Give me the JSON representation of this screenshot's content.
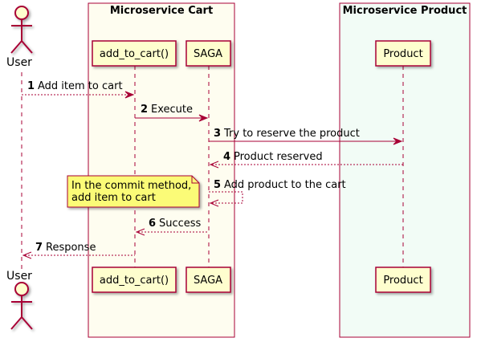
{
  "boxes": {
    "cart": {
      "title": "Microservice Cart",
      "fill": "#FEFDF0",
      "stroke": "#A80036"
    },
    "product": {
      "title": "Microservice Product",
      "fill": "#F2FCF6",
      "stroke": "#A80036"
    }
  },
  "actor": {
    "label": "User",
    "fill": "#FEFECE",
    "stroke": "#A80036"
  },
  "participants": {
    "add_to_cart": {
      "label": "add_to_cart()"
    },
    "saga": {
      "label": "SAGA"
    },
    "product": {
      "label": "Product"
    }
  },
  "participant_style": {
    "fill": "#FEFECE",
    "stroke": "#A80036"
  },
  "messages": [
    {
      "num": "1",
      "text": "Add item to cart",
      "style": "dashed"
    },
    {
      "num": "2",
      "text": "Execute",
      "style": "solid"
    },
    {
      "num": "3",
      "text": "Try to reserve the product",
      "style": "solid"
    },
    {
      "num": "4",
      "text": "Product reserved",
      "style": "dashed"
    },
    {
      "num": "5",
      "text": "Add product to the cart",
      "style": "dashed"
    },
    {
      "num": "6",
      "text": "Success",
      "style": "dashed"
    },
    {
      "num": "7",
      "text": "Response",
      "style": "dashed"
    }
  ],
  "note": {
    "lines": [
      "In the commit method,",
      "add item to cart"
    ],
    "fill": "#FBFB77",
    "stroke": "#A80036"
  },
  "colors": {
    "arrow": "#A80036",
    "lifeline": "#A80036"
  }
}
